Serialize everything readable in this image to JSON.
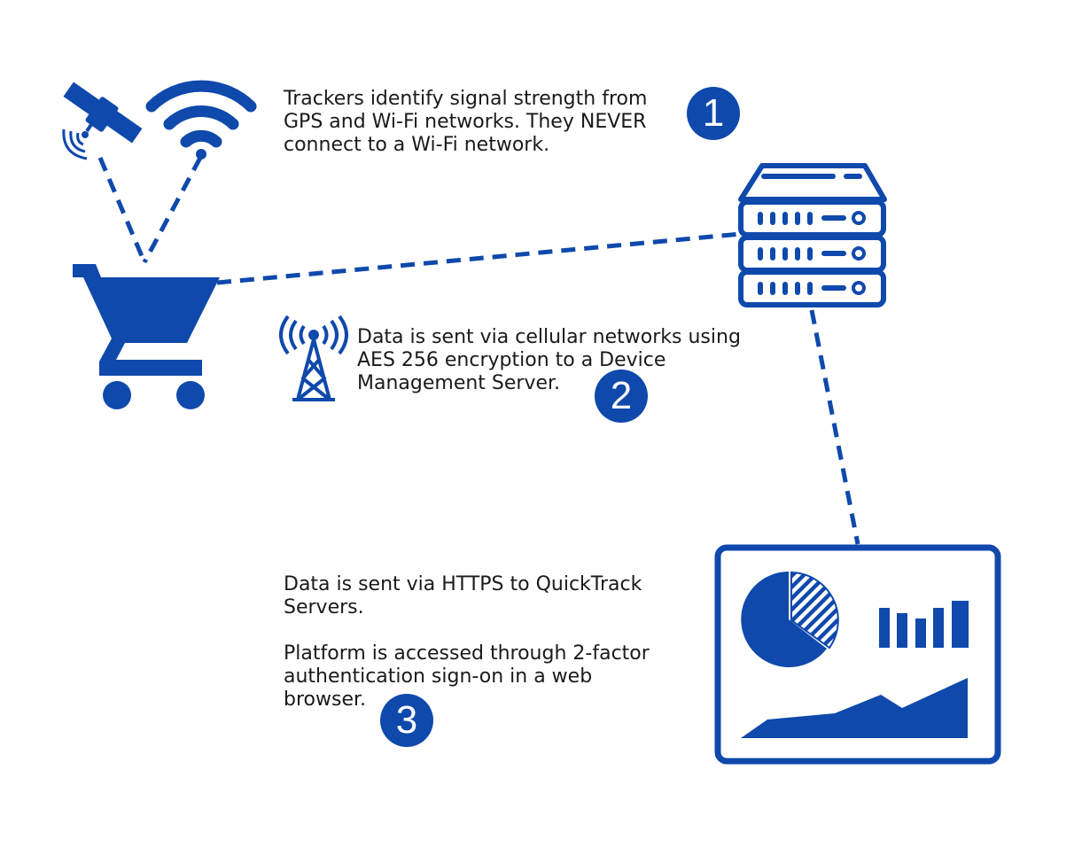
{
  "colors": {
    "primary": "#0f49ac",
    "text": "#1a1a1a",
    "background": "#ffffff"
  },
  "icons": {
    "satellite": "satellite-icon",
    "wifi": "wifi-icon",
    "cart": "shopping-cart-icon",
    "tower": "cell-tower-icon",
    "server": "server-rack-icon",
    "dashboard": "dashboard-monitor-icon"
  },
  "steps": [
    {
      "number": "1",
      "lines": [
        "Trackers identify signal strength from",
        "GPS and Wi-Fi networks. They NEVER",
        "connect to a Wi-Fi network."
      ]
    },
    {
      "number": "2",
      "lines": [
        "Data is sent via cellular networks using",
        "AES 256 encryption to a Device",
        "Management Server."
      ]
    },
    {
      "number": "3",
      "paragraph1": [
        "Data is sent via HTTPS to QuickTrack",
        "Servers."
      ],
      "paragraph2": [
        "Platform is accessed through 2-factor",
        "authentication sign-on in a web",
        "browser."
      ]
    }
  ]
}
